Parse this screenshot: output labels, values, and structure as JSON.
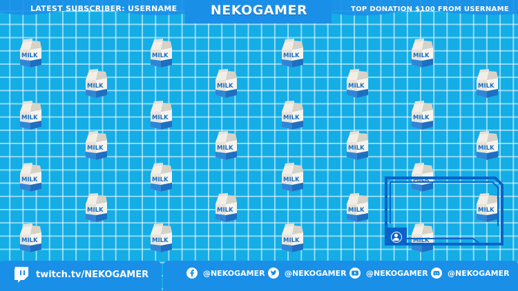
{
  "header": {
    "latest_subscriber": "LATEST SUBSCRIBER: USERNAME",
    "title": "NEKOGAMER",
    "top_donation": "TOP DONATION $100 FROM USERNAME"
  },
  "footer": {
    "twitch": "twitch.tv/NEKOGAMER",
    "socials": [
      {
        "icon": "facebook-icon",
        "handle": "@NEKOGAMER"
      },
      {
        "icon": "twitter-icon",
        "handle": "@NEKOGAMER"
      },
      {
        "icon": "youtube-icon",
        "handle": "@NEKOGAMER"
      },
      {
        "icon": "discord-icon",
        "handle": "@NEKOGAMER"
      }
    ]
  },
  "milk_label": "MILK",
  "colors": {
    "background": "#14ade6",
    "frame": "#0a63c9",
    "bar": "#1f7fe0"
  }
}
